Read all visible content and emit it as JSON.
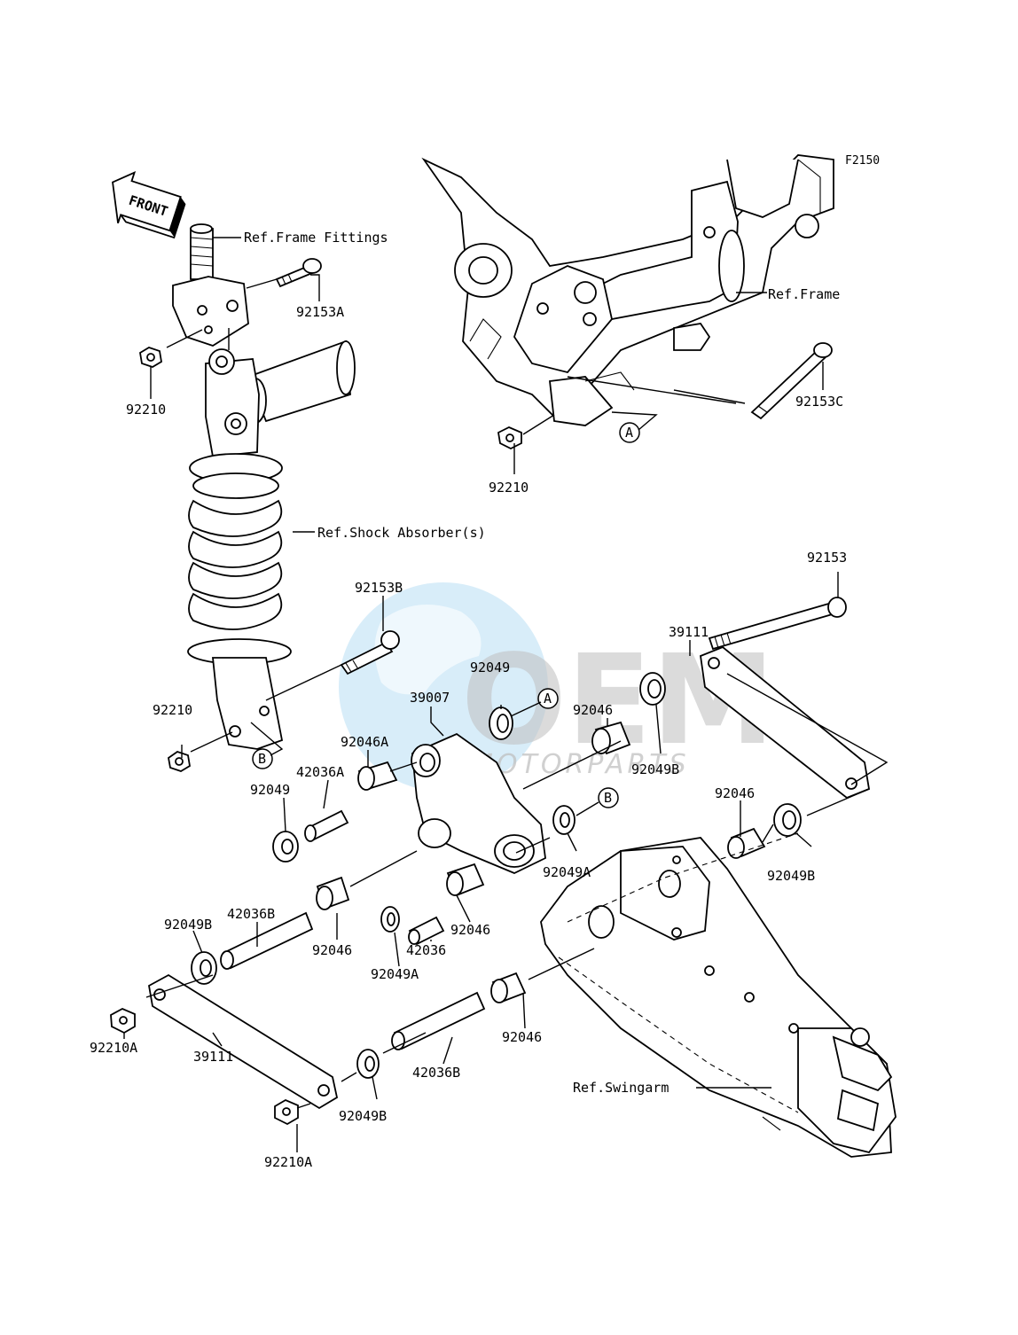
{
  "diagram": {
    "code": "F2150",
    "front_label": "FRONT",
    "callout_a": "A",
    "callout_b": "B",
    "watermark": {
      "brand": "OEM",
      "sub": "MOTORPARTS"
    },
    "refs": {
      "frame_fittings": "Ref.Frame Fittings",
      "frame": "Ref.Frame",
      "shock_absorber": "Ref.Shock Absorber(s)",
      "swingarm": "Ref.Swingarm"
    },
    "parts": {
      "p92153A": "92153A",
      "p92210_top": "92210",
      "p92153C": "92153C",
      "p92210_frame": "92210",
      "p92153": "92153",
      "p92153B": "92153B",
      "p39111_right": "39111",
      "p92049_top": "92049",
      "p39007": "39007",
      "p92046_top": "92046",
      "p92210_mid": "92210",
      "p92046A": "92046A",
      "p42036A": "42036A",
      "p92049_left": "92049",
      "p92049B_right_mid": "92049B",
      "p92046_right": "92046",
      "p92049A_mid": "92049A",
      "p92049B_right_low": "92049B",
      "p42036B_left": "42036B",
      "p92049B_left": "92049B",
      "p92046_mid_left": "92046",
      "p92046_mid": "92046",
      "p42036": "42036",
      "p92049A_low": "92049A",
      "p92210A_left": "92210A",
      "p39111_low": "39111",
      "p92046_low": "92046",
      "p42036B_low": "42036B",
      "p92049B_low": "92049B",
      "p92210A_low": "92210A"
    }
  }
}
